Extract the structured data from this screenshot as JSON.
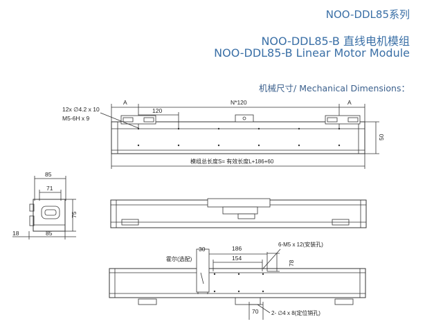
{
  "header": {
    "series": "NOO-DDL85系列",
    "title_cn": "NOO-DDL85-B 直线电机模组",
    "title_en": "NOO-DDL85-B Linear Motor Module",
    "mech_dims": "机械尺寸/ Mechanical Dimensions："
  },
  "top_view": {
    "label_A_left": "A",
    "label_120": "120",
    "label_N120": "N*120",
    "label_A_right": "A",
    "holes_note": "12x ∅4.2 x 10",
    "thread_note": "M5-6H x 9",
    "height_50": "50",
    "total_length": "模组总长度S= 有效长度L+186+60"
  },
  "end_view": {
    "w85_top": "85",
    "w71": "71",
    "h75": "75",
    "offset18": "18",
    "w85_bottom": "85"
  },
  "bottom_view": {
    "w30": "30",
    "w186": "186",
    "w154": "154",
    "hall": "霍尔(选配)",
    "h78": "78",
    "mount_note": "6-M5 x 12(安装孔)",
    "w70": "70",
    "pin_note": "2- ∅4 x 8(定位销孔)"
  }
}
